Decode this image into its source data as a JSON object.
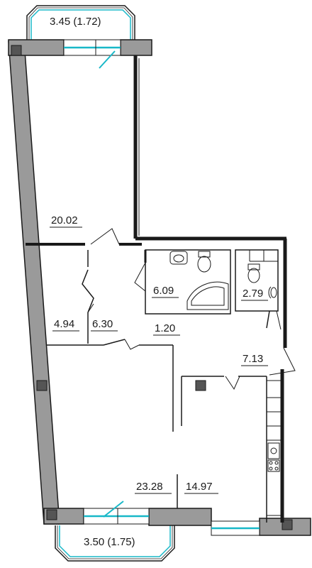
{
  "plan": {
    "balcony_top": "3.45 (1.72)",
    "balcony_bottom": "3.50 (1.75)",
    "rooms": {
      "bedroom": "20.02",
      "bathroom": "6.09",
      "wc": "2.79",
      "wardrobe": "4.94",
      "hall_small": "6.30",
      "corridor": "1.20",
      "hall": "7.13",
      "living": "23.28",
      "kitchen": "14.97"
    },
    "colors": {
      "wall_fill": "#9a9a9a",
      "wall_stroke": "#1a1a1a",
      "window_glass": "#18b8c8"
    }
  }
}
